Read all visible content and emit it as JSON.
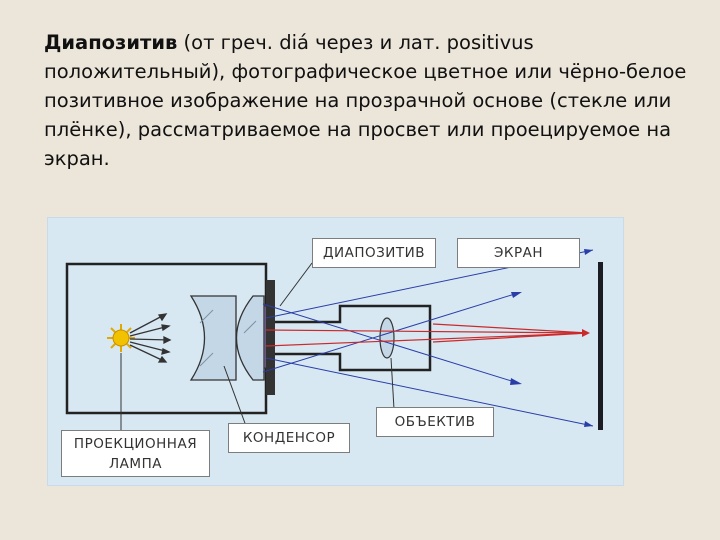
{
  "text": {
    "term": "Диапозитив",
    "body": " (от греч. diá через и лат. positivus положительный), фотографическое цветное или чёрно-белое позитивное изображение на прозрачной основе (стекле или плёнке), рассматриваемое на просвет или проецируемое на экран."
  },
  "labels": {
    "slide": "ДИАПОЗИТИВ",
    "screen": "ЭКРАН",
    "lamp": "ПРОЕКЦИОННАЯ ЛАМПА",
    "condenser": "КОНДЕНСОР",
    "objective": "ОБЪЕКТИВ"
  },
  "colors": {
    "background": "#ece5da",
    "figure_background": "#d7e8f3",
    "ray_blue": "#2a3ea8",
    "ray_red": "#cc2a2a",
    "lamp_yellow": "#f2c200",
    "slide_purple": "#9b7fd0"
  }
}
